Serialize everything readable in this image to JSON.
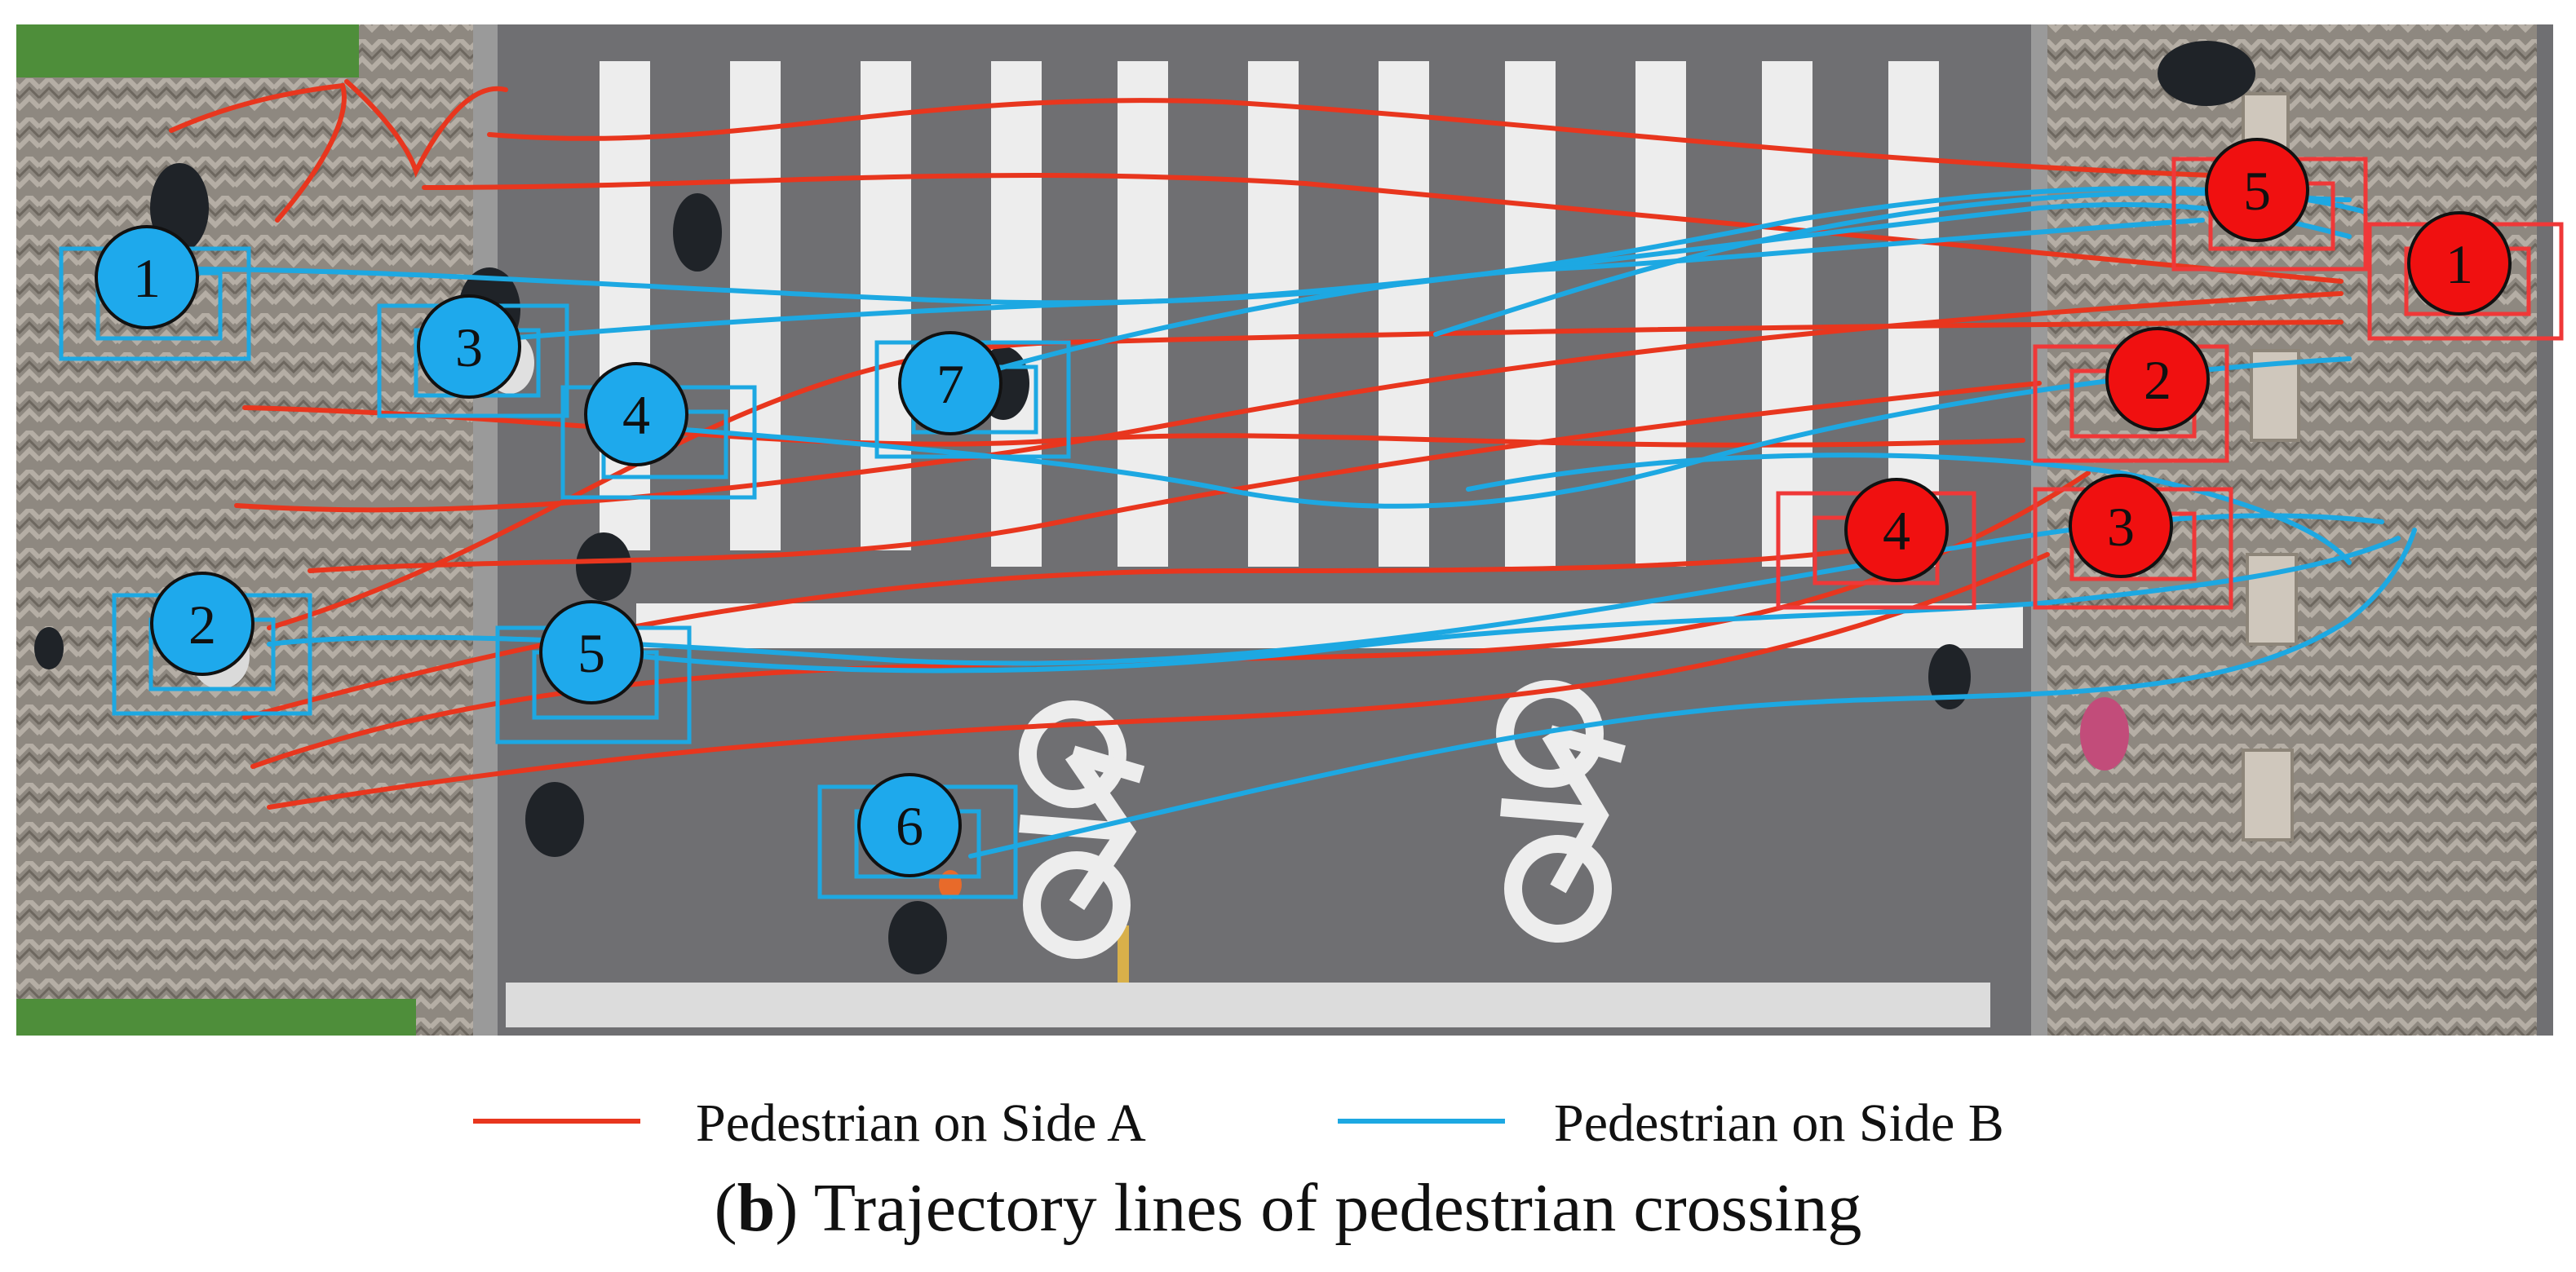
{
  "colors": {
    "side_a": "#E8361E",
    "side_b": "#1DA8E2",
    "badge_a": "#F01010",
    "badge_b": "#1EA9EC",
    "road": "#6F6F72",
    "paving": "#8E8880",
    "grass": "#4E8E3A",
    "marking": "#EDEDED"
  },
  "markers": {
    "side_b": [
      {
        "label": "1"
      },
      {
        "label": "2"
      },
      {
        "label": "3"
      },
      {
        "label": "4"
      },
      {
        "label": "5"
      },
      {
        "label": "6"
      },
      {
        "label": "7"
      }
    ],
    "side_a": [
      {
        "label": "1"
      },
      {
        "label": "2"
      },
      {
        "label": "3"
      },
      {
        "label": "4"
      },
      {
        "label": "5"
      }
    ]
  },
  "legend": {
    "side_a": "Pedestrian on Side A",
    "side_b": "Pedestrian on Side B"
  },
  "caption": {
    "letter": "b",
    "text": "Trajectory lines of pedestrian crossing"
  }
}
